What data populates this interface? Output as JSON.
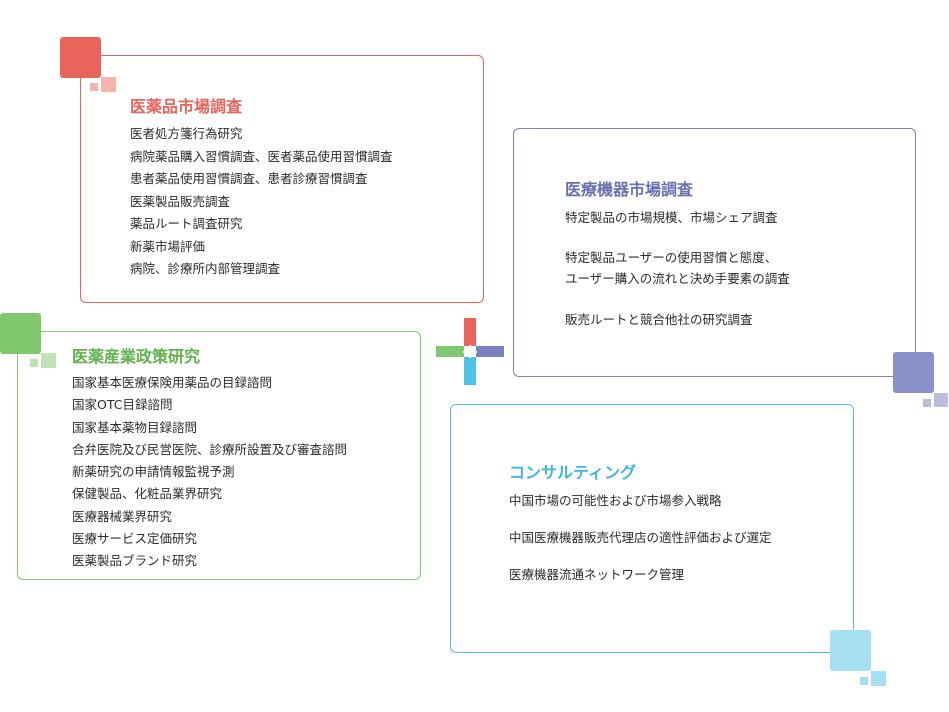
{
  "colors": {
    "red": "#e9645a",
    "red_light": "#f3b4ae",
    "blue": "#7b80c0",
    "blue_light": "#b9bbdf",
    "green": "#7fc86e",
    "green_light": "#bfe3b5",
    "cyan": "#4ec3e6",
    "cyan_light": "#a6def2"
  },
  "cards": {
    "pharma_market": {
      "title": "医薬品市場調査",
      "items": [
        "医者処方箋行為研究",
        "病院薬品購入習慣調査、医者薬品使用習慣調査",
        "患者薬品使用習慣調査、患者診療習慣調査",
        "医薬製品販売調査",
        "薬品ルート調査研究",
        "新薬市場評価",
        "病院、診療所内部管理調査"
      ]
    },
    "device_market": {
      "title": "医療機器市場調査",
      "items": [
        "特定製品の市場規模、市場シェア調査",
        "特定製品ユーザーの使用習慣と態度、",
        "ユーザー購入の流れと決め手要素の調査",
        "販売ルートと競合他社の研究調査"
      ]
    },
    "policy": {
      "title": "医薬産業政策研究",
      "items": [
        "国家基本医療保険用薬品の目録諮問",
        "国家OTC目録諮問",
        "国家基本薬物目録諮問",
        "合弁医院及び民営医院、診療所設置及び審査諮問",
        "新薬研究の申請情報監視予測",
        "保健製品、化粧品業界研究",
        "医療器械業界研究",
        "医療サービス定価研究",
        "医薬製品ブランド研究"
      ]
    },
    "consulting": {
      "title": "コンサルティング",
      "items": [
        "中国市場の可能性および市場参入戦略",
        "中国医療機器販売代理店の適性評価および選定",
        "医療機器流通ネットワーク管理"
      ]
    }
  }
}
